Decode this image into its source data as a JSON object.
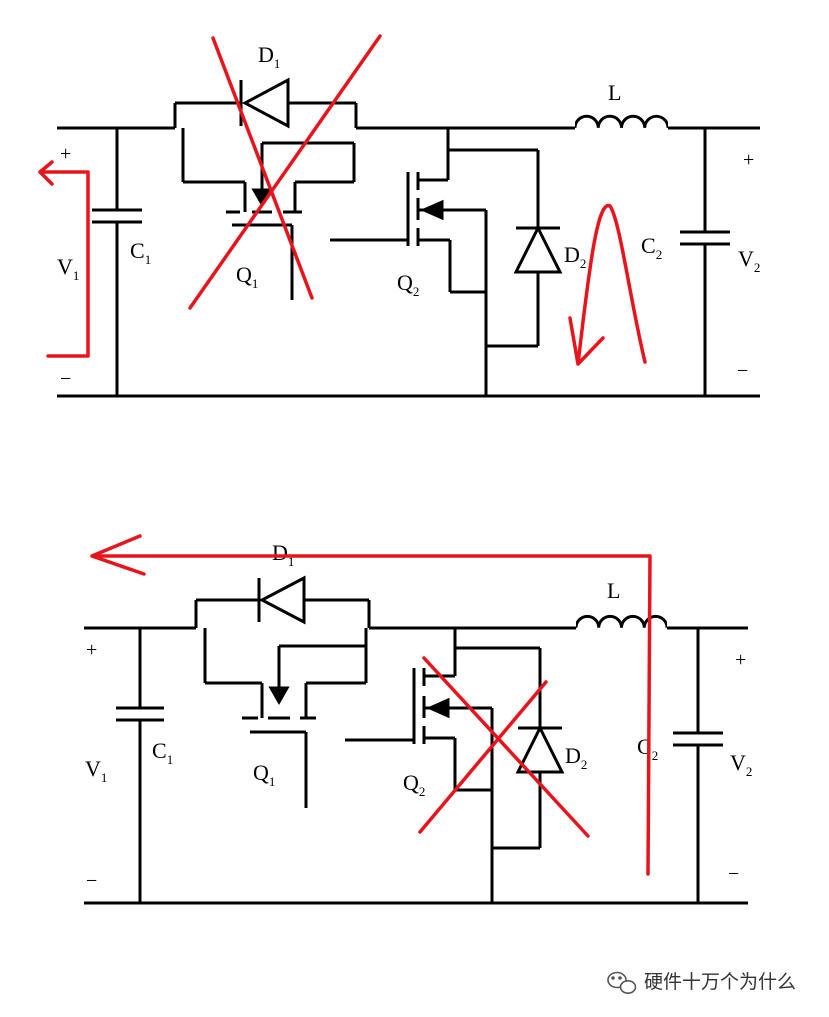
{
  "colors": {
    "wire": "#000000",
    "annotation": "#e8141c",
    "background": "#ffffff"
  },
  "top": {
    "diode1": {
      "letter": "D",
      "sub": "1"
    },
    "inductor": "L",
    "cap1": {
      "letter": "C",
      "sub": "1"
    },
    "cap2": {
      "letter": "C",
      "sub": "2"
    },
    "mosfet1": {
      "letter": "Q",
      "sub": "1"
    },
    "mosfet2": {
      "letter": "Q",
      "sub": "2"
    },
    "diode2": {
      "letter": "D",
      "sub": "2"
    },
    "input_voltage": {
      "letter": "V",
      "sub": "1"
    },
    "output_voltage": {
      "letter": "V",
      "sub": "2"
    },
    "plus_in": "+",
    "minus_in": "−",
    "plus_out": "+",
    "minus_out": "−"
  },
  "bottom": {
    "diode1": {
      "letter": "D",
      "sub": "1"
    },
    "inductor": "L",
    "cap1": {
      "letter": "C",
      "sub": "1"
    },
    "cap2": {
      "letter": "C",
      "sub": "2"
    },
    "mosfet1": {
      "letter": "Q",
      "sub": "1"
    },
    "mosfet2": {
      "letter": "Q",
      "sub": "2"
    },
    "diode2": {
      "letter": "D",
      "sub": "2"
    },
    "input_voltage": {
      "letter": "V",
      "sub": "1"
    },
    "output_voltage": {
      "letter": "V",
      "sub": "2"
    },
    "plus_in": "+",
    "minus_in": "−",
    "plus_out": "+",
    "minus_out": "−"
  },
  "watermark": {
    "icon": "wechat-icon",
    "text": "硬件十万个为什么"
  }
}
